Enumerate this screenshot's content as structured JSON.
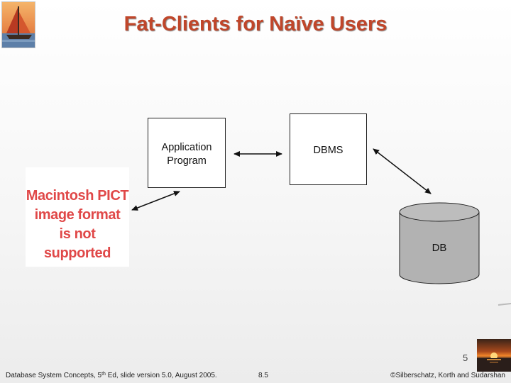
{
  "title": "Fat-Clients for Naïve Users",
  "boxes": {
    "app_line1": "Application",
    "app_line2": "Program",
    "dbms": "DBMS",
    "db": "DB"
  },
  "pict_placeholder": {
    "line1": "Macintosh PICT",
    "line2": "image format",
    "line3": "is not supported"
  },
  "page_number": "5",
  "footer": {
    "left_pre": "Database System Concepts, 5",
    "left_sup": "th",
    "left_post": " Ed, slide version 5.0, August 2005.",
    "middle": "8.5",
    "right": "©Silberschatz, Korth and Sudarshan"
  },
  "colors": {
    "title": "#c0462a",
    "placeholder_text": "#e04848",
    "cylinder": "#b2b2b2"
  },
  "icons": {
    "top_left": "sailboat-logo-icon",
    "bottom_right": "sunset-icon"
  }
}
